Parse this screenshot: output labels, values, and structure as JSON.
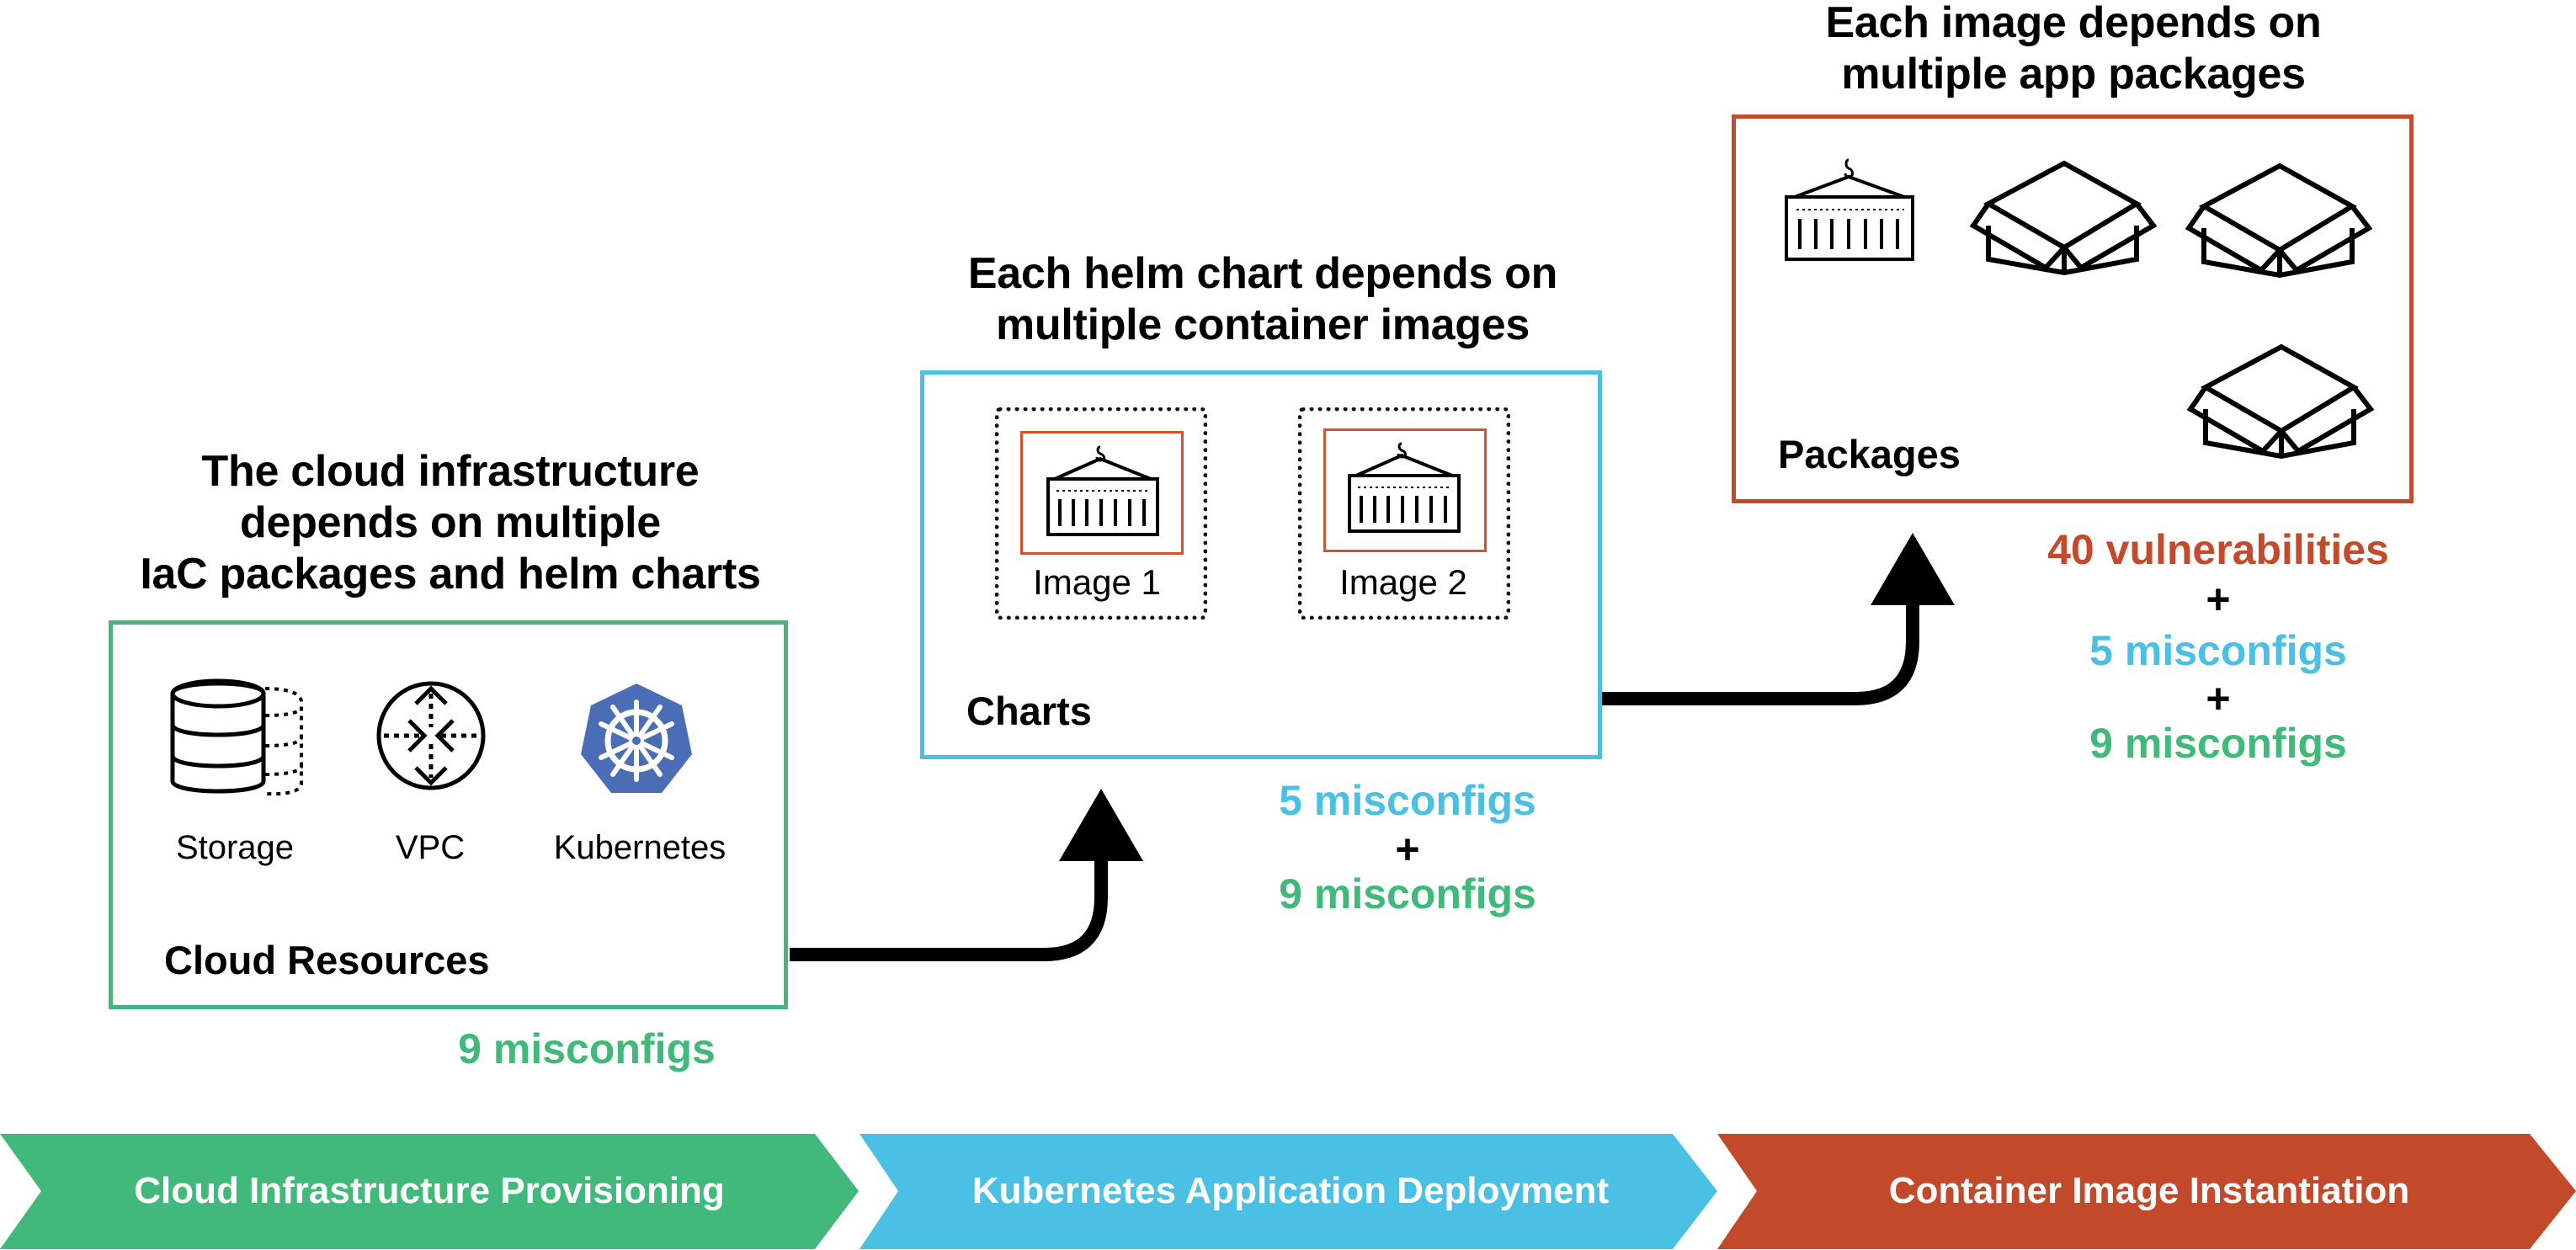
{
  "colors": {
    "green": "#41B97A",
    "blue": "#4AC1E4",
    "orange": "#C44A2B",
    "kubernetes_blue": "#4A6DB5"
  },
  "stages": [
    {
      "heading_lines": [
        "The cloud infrastructure",
        "depends on multiple",
        "IaC packages and helm charts"
      ],
      "box_label": "Cloud Resources",
      "resources": [
        {
          "icon": "storage-icon",
          "label": "Storage"
        },
        {
          "icon": "vpc-icon",
          "label": "VPC"
        },
        {
          "icon": "kubernetes-icon",
          "label": "Kubernetes"
        }
      ],
      "metrics": [
        {
          "text": "9 misconfigs",
          "color": "green"
        }
      ],
      "banner": "Cloud Infrastructure Provisioning"
    },
    {
      "heading_lines": [
        "Each helm chart depends on",
        "multiple container images"
      ],
      "box_label": "Charts",
      "images": [
        {
          "icon": "container-icon",
          "label": "Image 1"
        },
        {
          "icon": "container-icon",
          "label": "Image 2"
        }
      ],
      "metrics": [
        {
          "text": "5 misconfigs",
          "color": "blue"
        },
        {
          "text": "+",
          "color": "black"
        },
        {
          "text": "9 misconfigs",
          "color": "green"
        }
      ],
      "banner": "Kubernetes Application Deployment"
    },
    {
      "heading_lines": [
        "Each image depends on",
        "multiple app packages"
      ],
      "box_label": "Packages",
      "items": [
        {
          "icon": "container-icon"
        },
        {
          "icon": "package-box-icon"
        },
        {
          "icon": "package-box-icon"
        },
        {
          "icon": "package-box-icon"
        }
      ],
      "metrics": [
        {
          "text": "40 vulnerabilities",
          "color": "orange"
        },
        {
          "text": "+",
          "color": "black"
        },
        {
          "text": "5 misconfigs",
          "color": "blue"
        },
        {
          "text": "+",
          "color": "black"
        },
        {
          "text": "9 misconfigs",
          "color": "green"
        }
      ],
      "banner": "Container Image Instantiation"
    }
  ]
}
